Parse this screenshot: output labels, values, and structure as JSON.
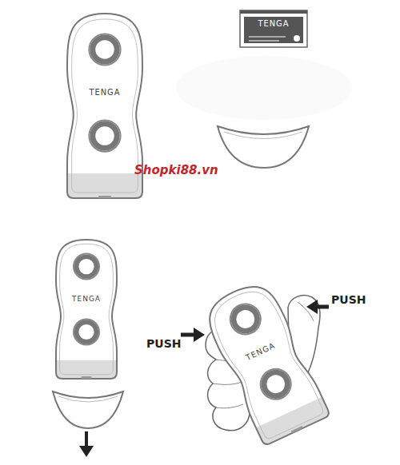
{
  "diagram": {
    "nodes": [
      {
        "text": [
          "TENGA"
        ]
      },
      {
        "text": [
          "TENGA"
        ]
      },
      {
        "text": [
          "TENGA"
        ]
      },
      {
        "text": [
          "TENGA"
        ]
      }
    ],
    "labels": [
      "Shopki88.vn",
      "PUSH",
      "PUSH"
    ]
  }
}
